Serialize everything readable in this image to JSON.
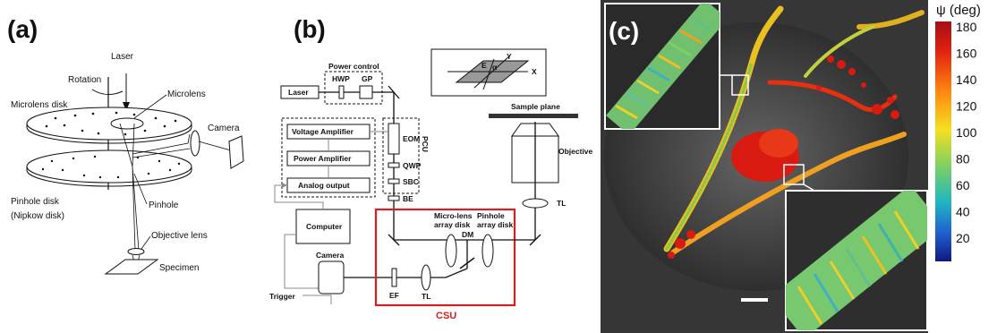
{
  "panel_a": {
    "label": "(a)",
    "laser": "Laser",
    "rotation": "Rotation",
    "microlens": "Microlens",
    "microlens_disk": "Microlens disk",
    "camera": "Camera",
    "pinhole": "Pinhole",
    "pinhole_disk": "Pinhole disk",
    "nipkow": "(Nipkow disk)",
    "objective": "Objective lens",
    "specimen": "Specimen"
  },
  "panel_b": {
    "label": "(b)",
    "power_control": "Power control",
    "laser": "Laser",
    "hwp": "HWP",
    "gp": "GP",
    "voltage_amp": "Voltage Amplifier",
    "power_amp": "Power Amplifier",
    "analog_out": "Analog output",
    "eom": "EOM",
    "pcu": "PCU",
    "qwp": "QWP",
    "sbc": "SBC",
    "be": "BE",
    "computer": "Computer",
    "camera": "Camera",
    "trigger": "Trigger",
    "ef": "EF",
    "tl": "TL",
    "tl2": "TL",
    "microlens_disk": "Micro-lens",
    "microlens_disk2": "array disk",
    "pinhole_disk": "Pinhole",
    "pinhole_disk2": "array disk",
    "dm": "DM",
    "csu": "CSU",
    "sample_plane": "Sample plane",
    "objective": "Objective",
    "axis_x": "X",
    "axis_y": "Y",
    "axis_e": "E",
    "axis_alpha": "α"
  },
  "panel_c": {
    "label": "(c)",
    "colorbar_title": "ψ (deg)",
    "ticks": [
      "180",
      "160",
      "140",
      "120",
      "100",
      "80",
      "60",
      "40",
      "20"
    ]
  },
  "colors": {
    "csu_box": "#d42020",
    "cell_bg": "#3a3a3a"
  }
}
